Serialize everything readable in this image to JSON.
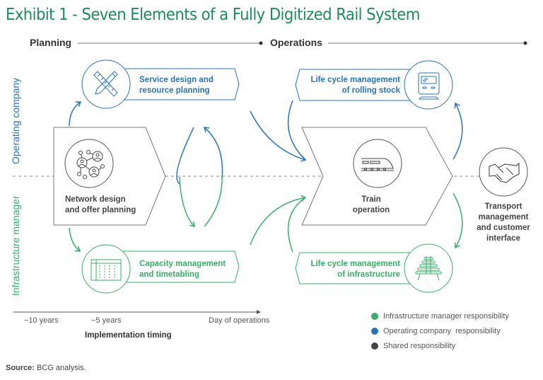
{
  "title": "Exhibit 1 - Seven Elements of a Fully Digitized Rail System",
  "phases": {
    "planning": "Planning",
    "operations": "Operations"
  },
  "side_labels": {
    "top": "Operating company",
    "bottom": "Infrastructure manager"
  },
  "elements": {
    "service_design": {
      "line1": "Service design and",
      "line2": "resource planning",
      "icon": "ruler-pencil-icon",
      "responsibility": "operating"
    },
    "network_design": {
      "line1": "Network design",
      "line2": "and offer planning",
      "icon": "network-people-icon",
      "responsibility": "shared"
    },
    "capacity": {
      "line1": "Capacity management",
      "line2": "and timetabling",
      "icon": "timetable-grid-icon",
      "responsibility": "infrastructure"
    },
    "rolling_stock": {
      "line1": "Life cycle management",
      "line2": "of rolling stock",
      "icon": "tram-front-icon",
      "responsibility": "operating"
    },
    "train_operation": {
      "line1": "Train",
      "line2": "operation",
      "icon": "high-speed-train-icon",
      "responsibility": "shared"
    },
    "infrastructure": {
      "line1": "Life cycle management",
      "line2": "of infrastructure",
      "icon": "railway-track-icon",
      "responsibility": "infrastructure"
    },
    "transport": {
      "line1": "Transport",
      "line2": "management",
      "line3": "and customer",
      "line4": "interface",
      "icon": "handshake-icon",
      "responsibility": "shared"
    }
  },
  "timeline": {
    "ticks": [
      "−10 years",
      "−5 years",
      "Day of operations"
    ],
    "title": "Implementation timing"
  },
  "legend": [
    {
      "label": "Infrastructure manager responsibility",
      "color": "#3aad6a"
    },
    {
      "label": "Operating company  responsibility",
      "color": "#2b73b3"
    },
    {
      "label": "Shared responsibility",
      "color": "#444444"
    }
  ],
  "source": {
    "bold": "Source:",
    "text": " BCG analysis."
  },
  "colors": {
    "blue": "#2b73b3",
    "green": "#3aad6a",
    "gray": "#6b6b6b",
    "title": "#1f8a5b"
  }
}
